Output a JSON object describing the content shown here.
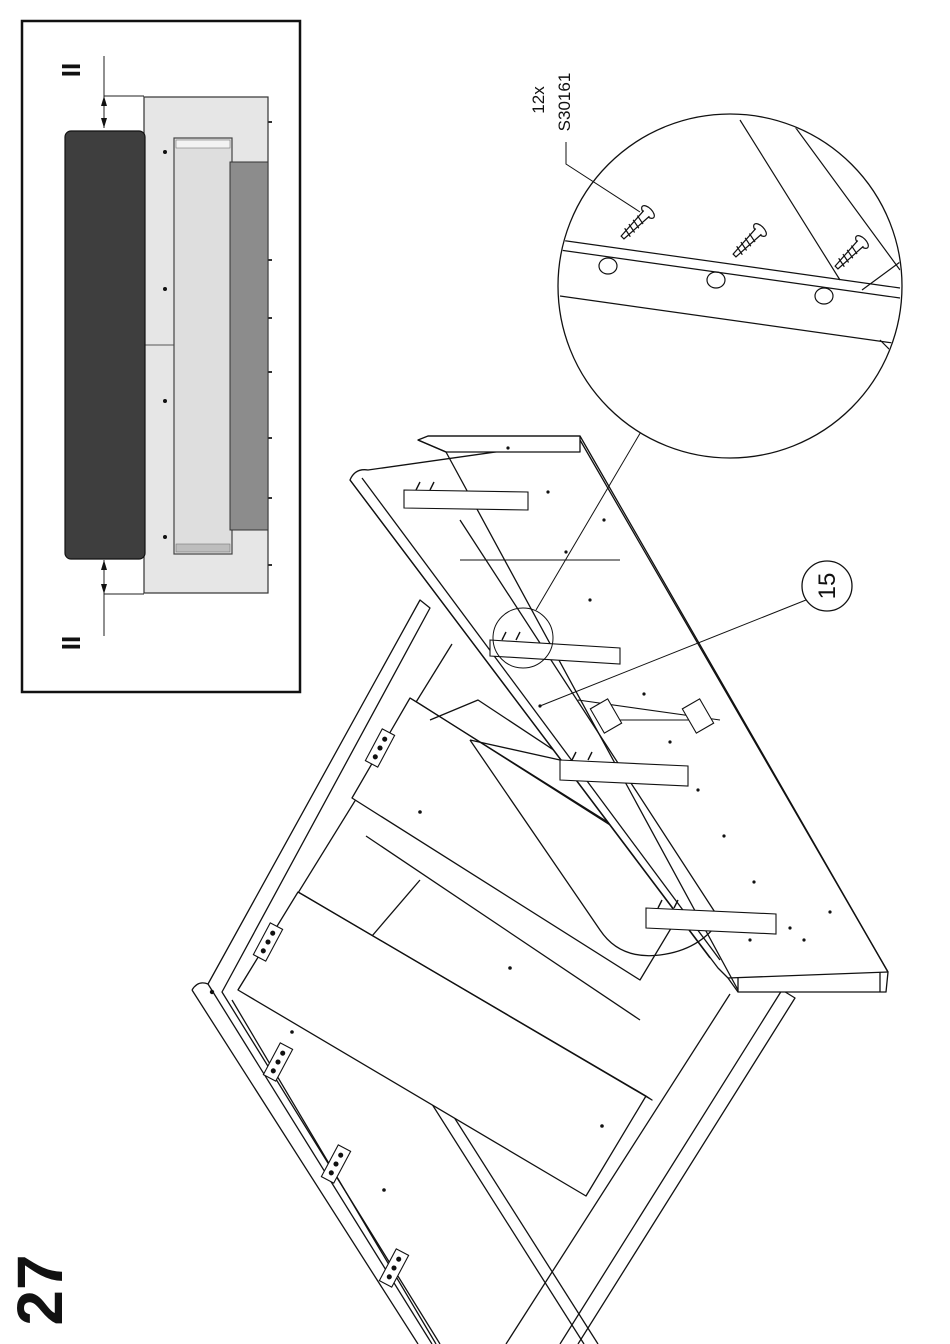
{
  "step": {
    "number": "27"
  },
  "inset": {
    "gap_marker_top": "II",
    "gap_marker_bottom": "II"
  },
  "parts": {
    "screw_qty": "12x",
    "screw_code": "S30161",
    "panel_callout": "15"
  },
  "colors": {
    "line": "#111111",
    "cushion": "#3e3e3e",
    "panel_light": "#dcdcdc",
    "panel_mid": "#8c8c8c",
    "panel_pale": "#e9e9e9"
  }
}
